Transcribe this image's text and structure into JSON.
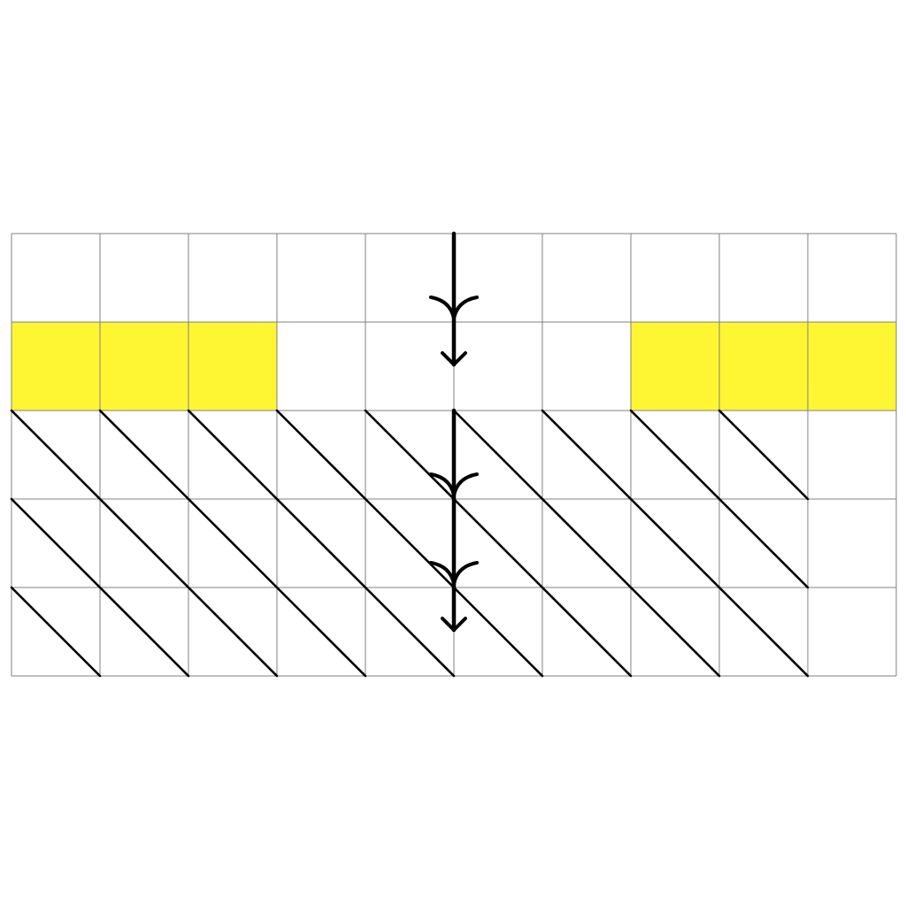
{
  "grid": {
    "rows": 5,
    "cols": 10,
    "highlight_color": "#FFF633",
    "line_color": "#808080",
    "highlighted_cells": [
      {
        "row": 1,
        "col": 0
      },
      {
        "row": 1,
        "col": 1
      },
      {
        "row": 1,
        "col": 2
      },
      {
        "row": 1,
        "col": 7
      },
      {
        "row": 1,
        "col": 8
      },
      {
        "row": 1,
        "col": 9
      }
    ],
    "diagonal_rows": [
      {
        "row": 2,
        "cols": [
          0,
          1,
          2,
          3,
          4,
          5,
          6,
          7,
          8
        ]
      },
      {
        "row": 3,
        "cols": [
          0,
          1,
          2,
          3,
          4,
          5,
          6,
          7,
          8
        ]
      },
      {
        "row": 4,
        "cols": [
          0,
          1,
          2,
          3,
          4,
          5,
          6,
          7,
          8
        ]
      }
    ]
  },
  "arrows": [
    {
      "name": "arrow-top",
      "col_boundary": 5,
      "from_row": 0,
      "to_row": 1.5,
      "tail_row": 0.72
    },
    {
      "name": "arrow-bottom",
      "col_boundary": 5,
      "from_row": 2,
      "to_row": 4.5,
      "tail_rows": [
        0.72,
        1.72
      ]
    }
  ]
}
